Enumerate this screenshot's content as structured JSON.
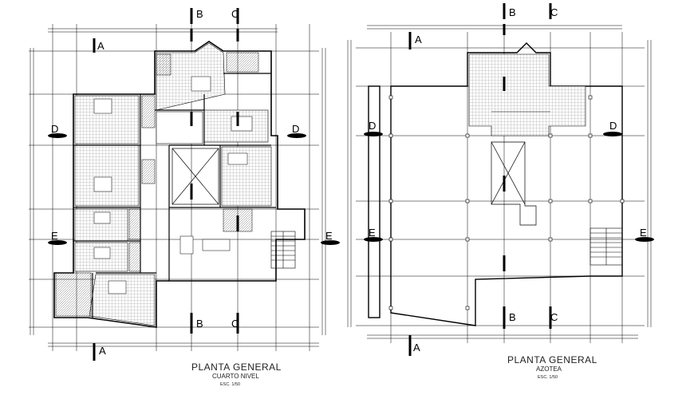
{
  "plans": [
    {
      "title": "PLANTA GENERAL",
      "subtitle": "CUARTO NIVEL",
      "scale": "ESC. 1/50"
    },
    {
      "title": "PLANTA GENERAL",
      "subtitle": "AZOTEA",
      "scale": "ESC. 1/50"
    }
  ],
  "axis_labels": {
    "A": "A",
    "B": "B",
    "C": "C",
    "D": "D",
    "E": "E"
  },
  "colors": {
    "line": "#000000",
    "hatch": "#9a9a9a",
    "background": "#ffffff"
  }
}
